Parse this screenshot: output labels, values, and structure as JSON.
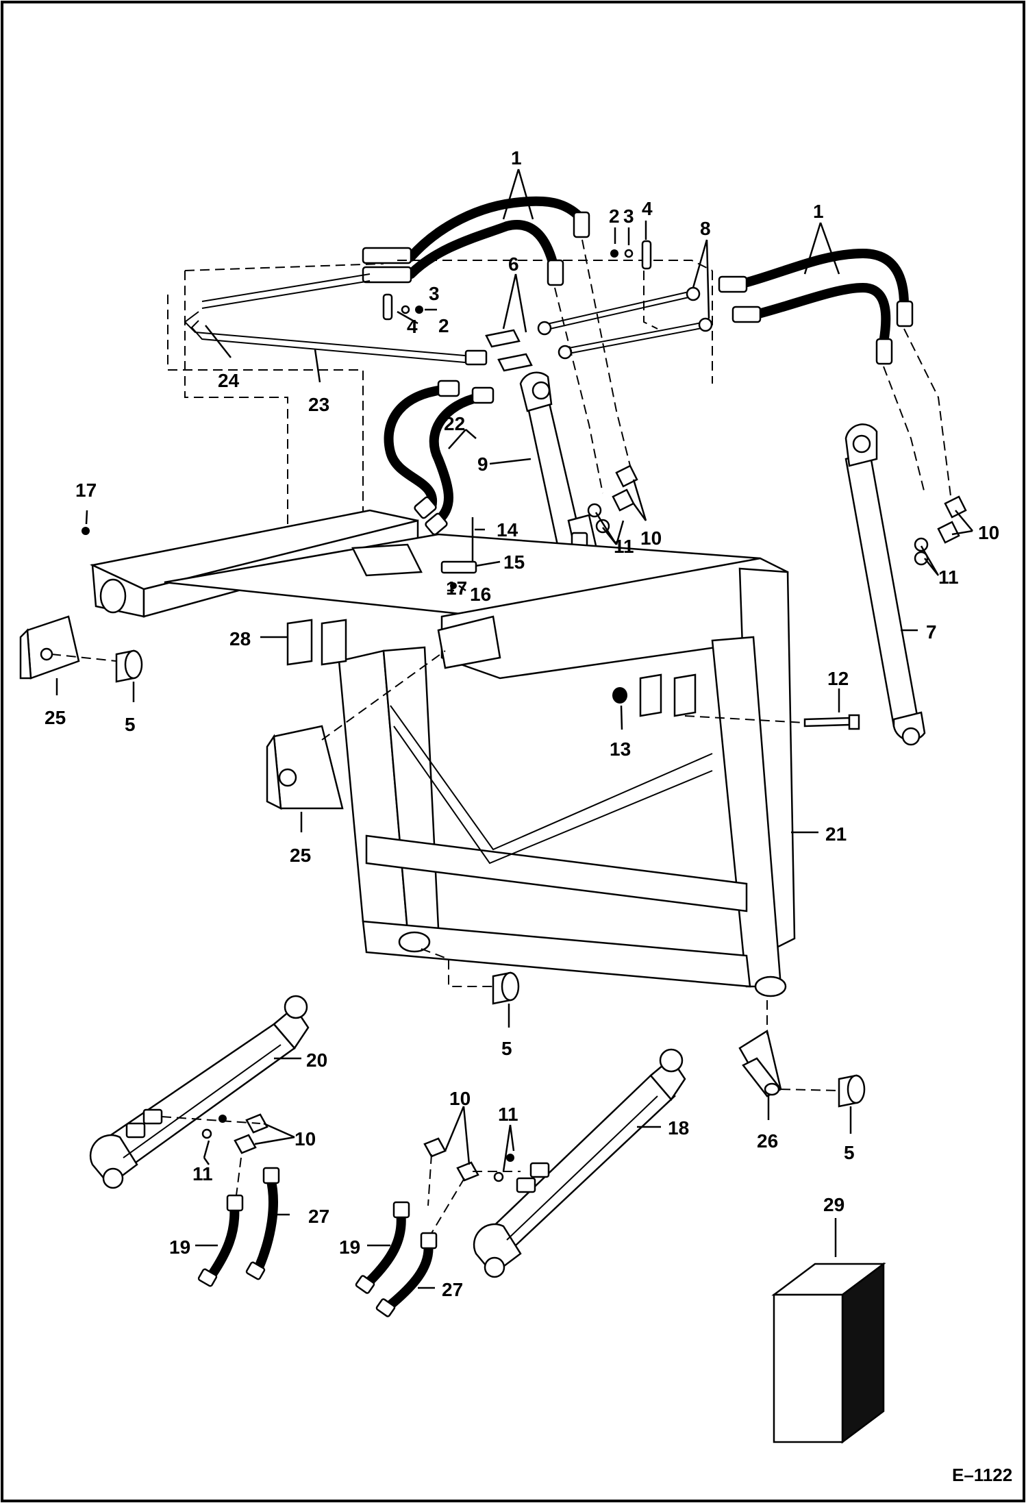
{
  "figure_ref": "E–1122",
  "callouts": [
    {
      "id": "c1a",
      "text": "1"
    },
    {
      "id": "c1b",
      "text": "1"
    },
    {
      "id": "c2a",
      "text": "2"
    },
    {
      "id": "c2b",
      "text": "2"
    },
    {
      "id": "c3a",
      "text": "3"
    },
    {
      "id": "c3b",
      "text": "3"
    },
    {
      "id": "c4a",
      "text": "4"
    },
    {
      "id": "c4b",
      "text": "4"
    },
    {
      "id": "c5a",
      "text": "5"
    },
    {
      "id": "c5b",
      "text": "5"
    },
    {
      "id": "c5c",
      "text": "5"
    },
    {
      "id": "c6",
      "text": "6"
    },
    {
      "id": "c7",
      "text": "7"
    },
    {
      "id": "c8",
      "text": "8"
    },
    {
      "id": "c9",
      "text": "9"
    },
    {
      "id": "c10a",
      "text": "10"
    },
    {
      "id": "c10b",
      "text": "10"
    },
    {
      "id": "c10c",
      "text": "10"
    },
    {
      "id": "c10d",
      "text": "10"
    },
    {
      "id": "c11a",
      "text": "11"
    },
    {
      "id": "c11b",
      "text": "11"
    },
    {
      "id": "c11c",
      "text": "11"
    },
    {
      "id": "c11d",
      "text": "11"
    },
    {
      "id": "c12",
      "text": "12"
    },
    {
      "id": "c13",
      "text": "13"
    },
    {
      "id": "c14",
      "text": "14"
    },
    {
      "id": "c15",
      "text": "15"
    },
    {
      "id": "c16",
      "text": "16"
    },
    {
      "id": "c17a",
      "text": "17"
    },
    {
      "id": "c17b",
      "text": "17"
    },
    {
      "id": "c18",
      "text": "18"
    },
    {
      "id": "c19a",
      "text": "19"
    },
    {
      "id": "c19b",
      "text": "19"
    },
    {
      "id": "c20",
      "text": "20"
    },
    {
      "id": "c21",
      "text": "21"
    },
    {
      "id": "c22",
      "text": "22"
    },
    {
      "id": "c23",
      "text": "23"
    },
    {
      "id": "c24",
      "text": "24"
    },
    {
      "id": "c25a",
      "text": "25"
    },
    {
      "id": "c25b",
      "text": "25"
    },
    {
      "id": "c26",
      "text": "26"
    },
    {
      "id": "c27a",
      "text": "27"
    },
    {
      "id": "c27b",
      "text": "27"
    },
    {
      "id": "c28",
      "text": "28"
    },
    {
      "id": "c29",
      "text": "29"
    }
  ]
}
